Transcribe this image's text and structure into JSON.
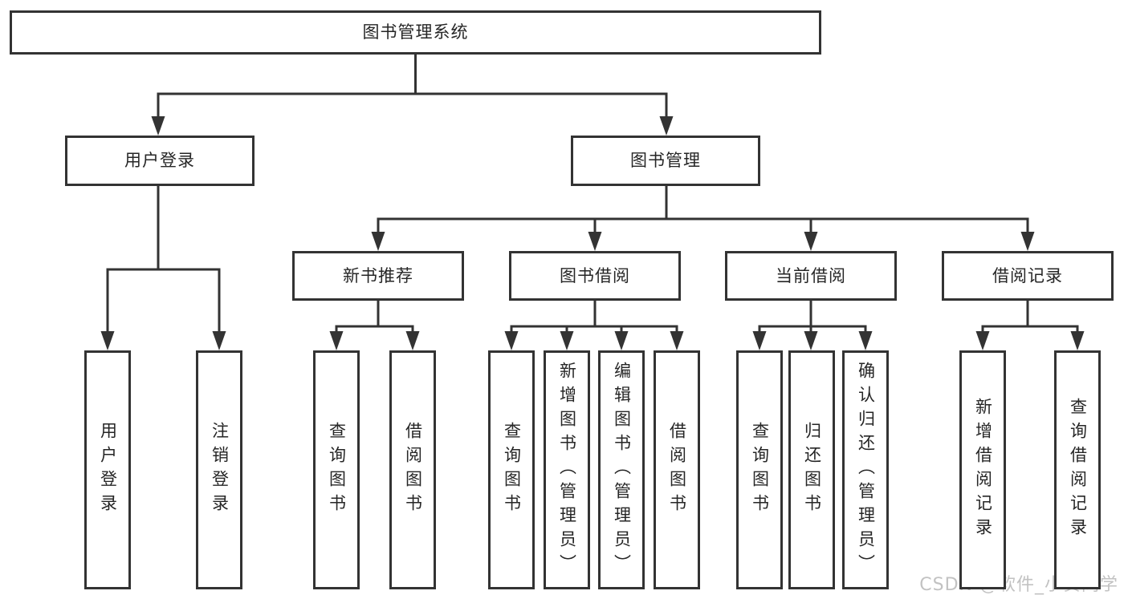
{
  "diagram_title": "图书管理系统",
  "nodes": {
    "root": {
      "label": "图书管理系统",
      "children": [
        "user_login",
        "book_mgmt"
      ]
    },
    "user_login": {
      "label": "用户登录",
      "children": [
        "leaf_user_login",
        "leaf_logout"
      ]
    },
    "book_mgmt": {
      "label": "图书管理",
      "children": [
        "new_book_recommend",
        "book_borrow",
        "current_borrow",
        "borrow_record"
      ]
    },
    "new_book_recommend": {
      "label": "新书推荐",
      "children": [
        "leaf_query_book_1",
        "leaf_borrow_book_1"
      ]
    },
    "book_borrow": {
      "label": "图书借阅",
      "children": [
        "leaf_query_book_2",
        "leaf_add_book",
        "leaf_edit_book",
        "leaf_borrow_book_2"
      ]
    },
    "current_borrow": {
      "label": "当前借阅",
      "children": [
        "leaf_query_book_3",
        "leaf_return_book",
        "leaf_confirm_return"
      ]
    },
    "borrow_record": {
      "label": "借阅记录",
      "children": [
        "leaf_add_borrow_record",
        "leaf_query_borrow_record"
      ]
    },
    "leaf_user_login": {
      "label": "用户登录",
      "children": []
    },
    "leaf_logout": {
      "label": "注销登录",
      "children": []
    },
    "leaf_query_book_1": {
      "label": "查询图书",
      "children": []
    },
    "leaf_borrow_book_1": {
      "label": "借阅图书",
      "children": []
    },
    "leaf_query_book_2": {
      "label": "查询图书",
      "children": []
    },
    "leaf_add_book": {
      "label": "新增图书（管理员）",
      "children": []
    },
    "leaf_edit_book": {
      "label": "编辑图书（管理员）",
      "children": []
    },
    "leaf_borrow_book_2": {
      "label": "借阅图书",
      "children": []
    },
    "leaf_query_book_3": {
      "label": "查询图书",
      "children": []
    },
    "leaf_return_book": {
      "label": "归还图书",
      "children": []
    },
    "leaf_confirm_return": {
      "label": "确认归还（管理员）",
      "children": []
    },
    "leaf_add_borrow_record": {
      "label": "新增借阅记录",
      "children": []
    },
    "leaf_query_borrow_record": {
      "label": "查询借阅记录",
      "children": []
    }
  },
  "watermark": {
    "text": "CSDN @软件_小贺同学"
  },
  "colors": {
    "line": "#333333",
    "box_border": "#333333",
    "box_fill": "#ffffff",
    "text": "#262626",
    "watermark": "#c2c2c2",
    "background": "#ffffff"
  }
}
